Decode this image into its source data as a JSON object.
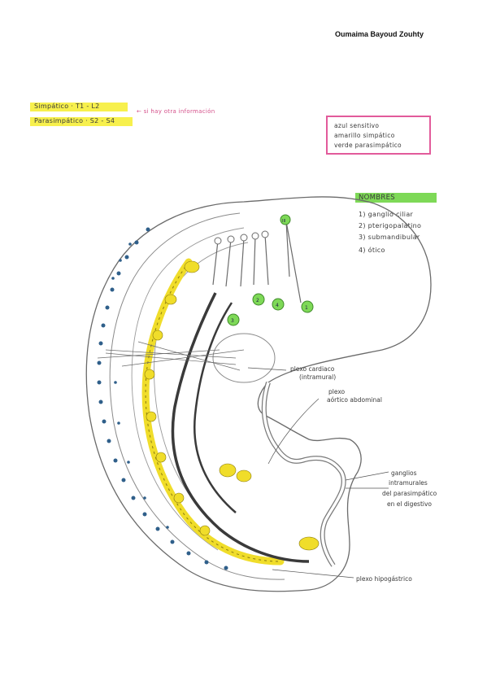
{
  "author": "Oumaima Bayoud Zouhty",
  "header_notes": {
    "simpatico": "Simpático · T1 - L2",
    "parasimpatico": "Parasimpático · S2 - S4",
    "arrow_note": "← si hay otra información"
  },
  "legend": {
    "line1": "azul sensitivo",
    "line2": "amarillo simpático",
    "line3": "verde parasimpático"
  },
  "nombres": {
    "title": "NOMBRES",
    "items": [
      "1) ganglio ciliar",
      "2) pterigopalatino",
      "3) submandibular",
      "4) ótico"
    ]
  },
  "ganglion_numbers": [
    "1",
    "2",
    "3",
    "4",
    "III"
  ],
  "labels": {
    "plexo_cardiaco": "plexo cardiaco",
    "intramural": "(intramural)",
    "plexo": "plexo",
    "aortico_abdominal": "aórtico abdominal",
    "ganglios1": "ganglios",
    "ganglios2": "intramurales",
    "ganglios3": "del parasimpático",
    "ganglios4": "en el digestivo",
    "plexo_hipogastrico": "plexo hipogástrico"
  },
  "colors": {
    "sympathetic": "#f0dd2a",
    "parasympathetic": "#7ed957",
    "sensory": "#2f5f8a",
    "legend_border": "#e25b9b",
    "header_highlight": "#f6ee3a"
  }
}
